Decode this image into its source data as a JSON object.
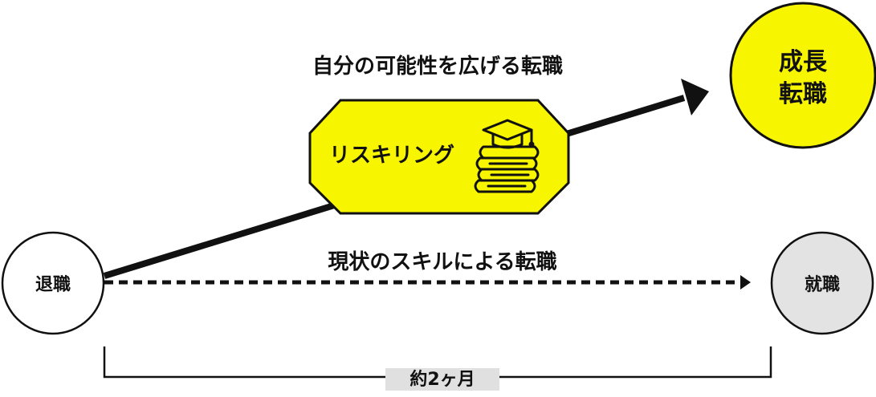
{
  "nodes": {
    "start": "退職",
    "end": "就職",
    "goal_line1": "成長",
    "goal_line2": "転職"
  },
  "paths": {
    "upper_label": "自分の可能性を広げる転職",
    "lower_label": "現状のスキルによる転職",
    "reskilling_label": "リスキリング"
  },
  "duration": {
    "label": "約2ヶ月"
  },
  "icons": {
    "reskilling_icon": "graduation-cap-books-icon"
  },
  "colors": {
    "accent_yellow": "#f7f500",
    "end_gray": "#e3e3e3",
    "ink": "#111111"
  }
}
